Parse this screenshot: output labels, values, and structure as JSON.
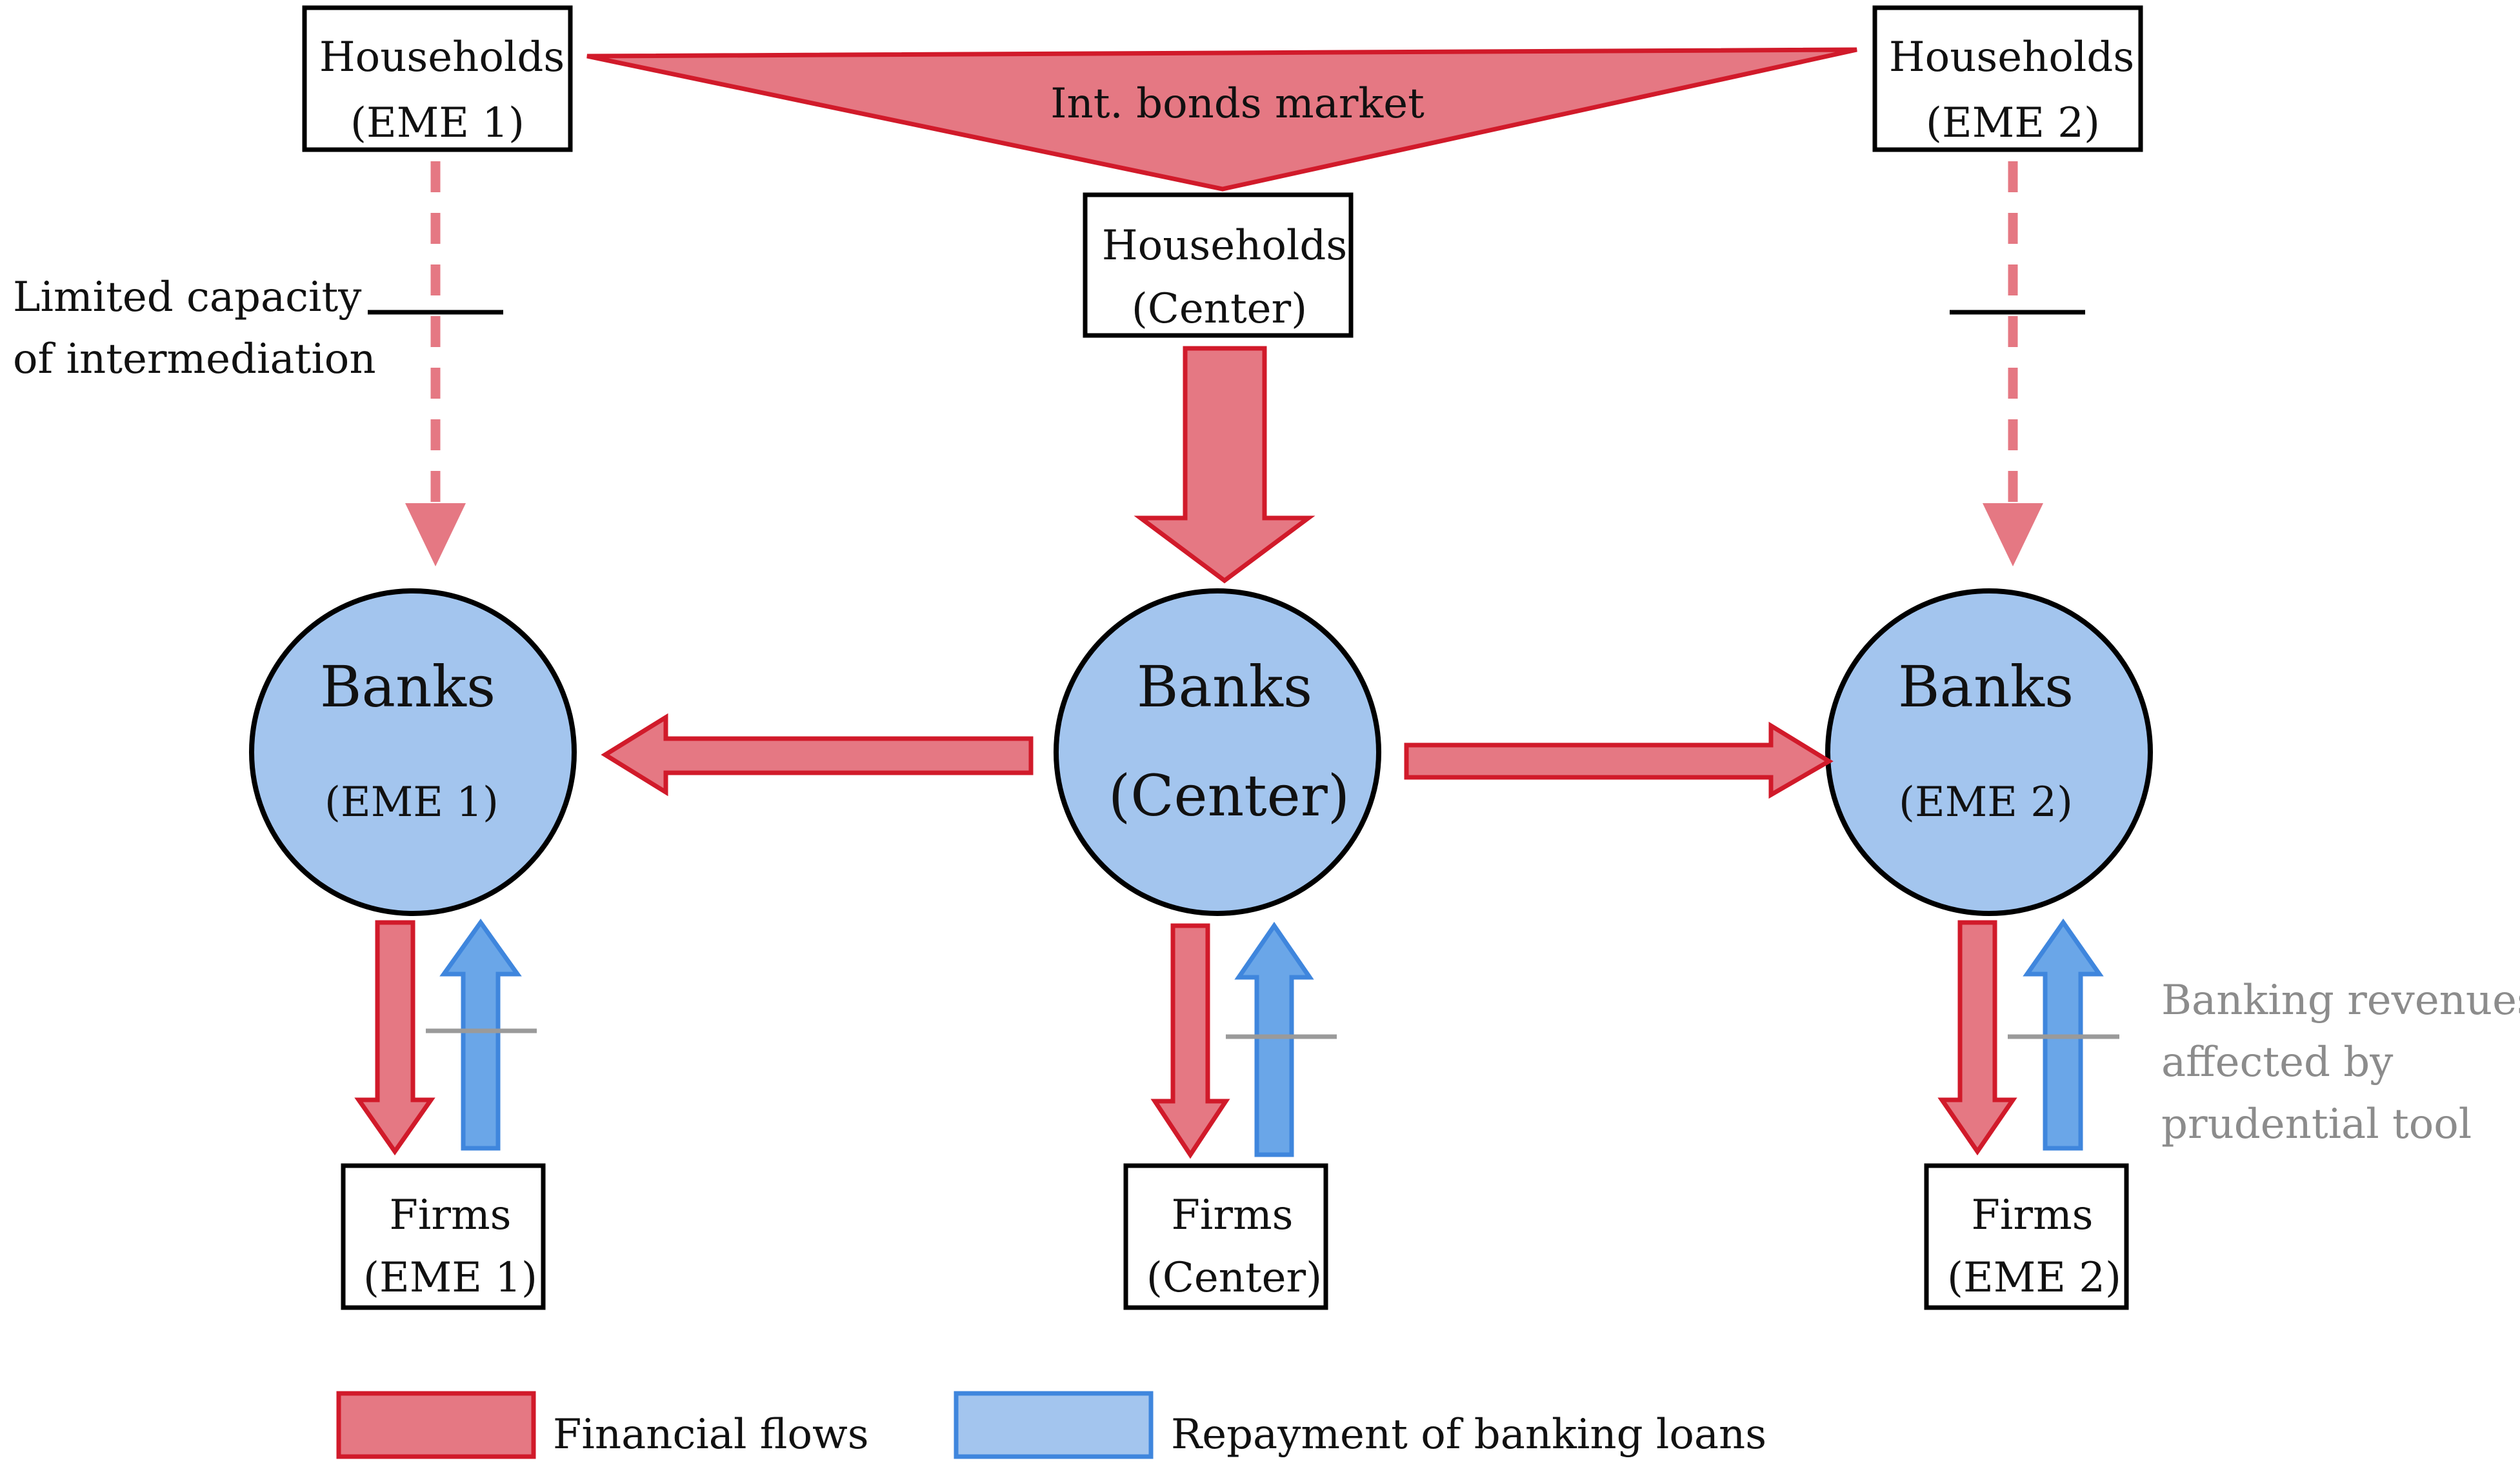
{
  "households": {
    "eme1": {
      "line1": "Households",
      "line2": "(EME 1)"
    },
    "center": {
      "line1": "Households",
      "line2": "(Center)"
    },
    "eme2": {
      "line1": "Households",
      "line2": "(EME 2)"
    }
  },
  "bond_market": {
    "label": "Int. bonds market"
  },
  "banks": {
    "eme1": {
      "title": "Banks",
      "sub": "(EME 1)"
    },
    "center": {
      "title": "Banks",
      "sub": "(Center)"
    },
    "eme2": {
      "title": "Banks",
      "sub": "(EME 2)"
    }
  },
  "firms": {
    "eme1": {
      "line1": "Firms",
      "line2": "(EME 1)"
    },
    "center": {
      "line1": "Firms",
      "line2": "(Center)"
    },
    "eme2": {
      "line1": "Firms",
      "line2": "(EME 2)"
    }
  },
  "annotations": {
    "limited_capacity": {
      "line1": "Limited capacity",
      "line2": "of intermediation"
    },
    "banking_revenues": {
      "line1": "Banking revenues",
      "line2": "affected by",
      "line3": "prudential tool"
    }
  },
  "legend": {
    "financial_flows": "Financial flows",
    "repayment": "Repayment of banking loans"
  },
  "colors": {
    "financial_flow_fill": "#e57883",
    "financial_flow_stroke": "#d11a2a",
    "repayment_fill": "#6aa6e8",
    "repayment_stroke": "#3f86dd",
    "bank_fill": "#a3c5ee"
  }
}
